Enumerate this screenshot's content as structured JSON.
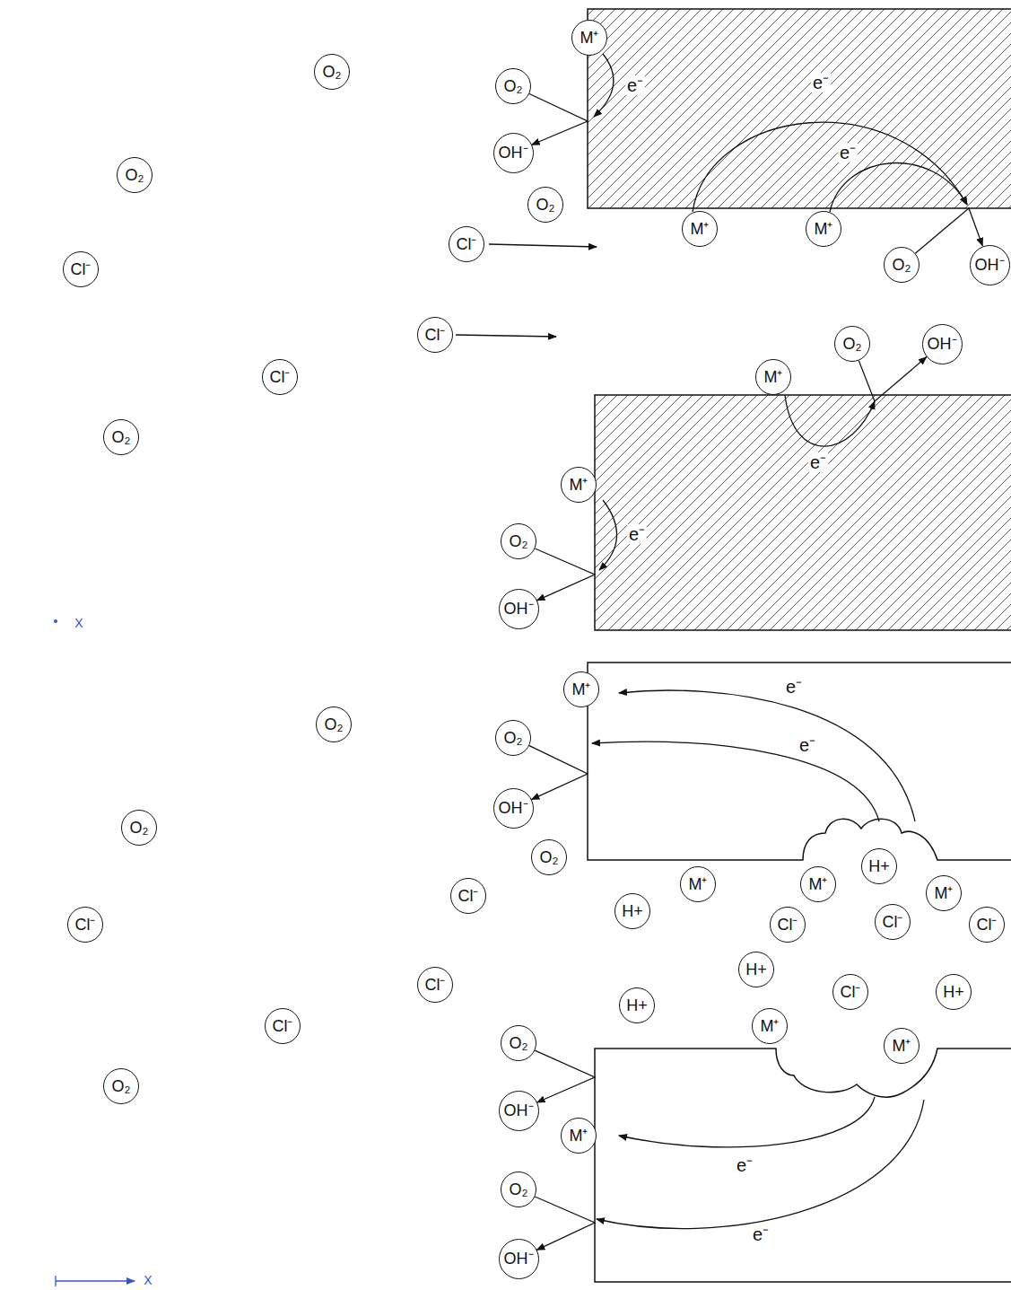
{
  "diagram": {
    "nodes": [
      {
        "text": [
          "M⁺"
        ]
      },
      {
        "text": [
          "O₂"
        ]
      },
      {
        "text": [
          "O₂"
        ]
      },
      {
        "text": [
          "OH⁻"
        ]
      },
      {
        "text": [
          "O₂"
        ]
      },
      {
        "text": [
          "O₂"
        ]
      },
      {
        "text": [
          "M⁺"
        ]
      },
      {
        "text": [
          "M⁺"
        ]
      },
      {
        "text": [
          "Cl⁻"
        ]
      },
      {
        "text": [
          "O₂"
        ]
      },
      {
        "text": [
          "OH⁻"
        ]
      },
      {
        "text": [
          "Cl⁻"
        ]
      },
      {
        "text": [
          "Cl⁻"
        ]
      },
      {
        "text": [
          "O₂"
        ]
      },
      {
        "text": [
          "OH⁻"
        ]
      },
      {
        "text": [
          "Cl⁻"
        ]
      },
      {
        "text": [
          "M⁺"
        ]
      },
      {
        "text": [
          "O₂"
        ]
      },
      {
        "text": [
          "M⁺"
        ]
      },
      {
        "text": [
          "O₂"
        ]
      },
      {
        "text": [
          "OH⁻"
        ]
      },
      {
        "text": [
          "M⁺"
        ]
      },
      {
        "text": [
          "O₂"
        ]
      },
      {
        "text": [
          "O₂"
        ]
      },
      {
        "text": [
          "OH⁻"
        ]
      },
      {
        "text": [
          "O₂"
        ]
      },
      {
        "text": [
          "O₂"
        ]
      },
      {
        "text": [
          "H+"
        ]
      },
      {
        "text": [
          "M⁺"
        ]
      },
      {
        "text": [
          "M⁺"
        ]
      },
      {
        "text": [
          "M⁺"
        ]
      },
      {
        "text": [
          "Cl⁻"
        ]
      },
      {
        "text": [
          "H+"
        ]
      },
      {
        "text": [
          "Cl⁻"
        ]
      },
      {
        "text": [
          "Cl⁻"
        ]
      },
      {
        "text": [
          "Cl⁻"
        ]
      },
      {
        "text": [
          "Cl⁻"
        ]
      },
      {
        "text": [
          "H+"
        ]
      },
      {
        "text": [
          "Cl⁻"
        ]
      },
      {
        "text": [
          "Cl⁻"
        ]
      },
      {
        "text": [
          "H+"
        ]
      },
      {
        "text": [
          "H+"
        ]
      },
      {
        "text": [
          "M⁺"
        ]
      },
      {
        "text": [
          "Cl⁻"
        ]
      },
      {
        "text": [
          "O₂"
        ]
      },
      {
        "text": [
          "M⁺"
        ]
      },
      {
        "text": [
          "O₂"
        ]
      },
      {
        "text": [
          "OH⁻"
        ]
      },
      {
        "text": [
          "M⁺"
        ]
      },
      {
        "text": [
          "O₂"
        ]
      },
      {
        "text": [
          "OH⁻"
        ]
      }
    ],
    "edges": [
      {
        "from": 2,
        "to": 3,
        "arrow": "to"
      },
      {
        "from": 9,
        "to": 10,
        "arrow": "to"
      },
      {
        "from": 13,
        "to": 14,
        "arrow": "to"
      },
      {
        "from": 19,
        "to": 20,
        "arrow": "to"
      },
      {
        "from": 23,
        "to": 24,
        "arrow": "to"
      },
      {
        "from": 44,
        "to": 47,
        "arrow": "to"
      },
      {
        "from": 49,
        "to": 50,
        "arrow": "to"
      }
    ],
    "labels": [
      "e⁻",
      "e⁻",
      "e⁻",
      "e⁻",
      "e⁻",
      "e⁻",
      "e⁻",
      "e⁻",
      "e⁻",
      "X",
      "X"
    ]
  }
}
